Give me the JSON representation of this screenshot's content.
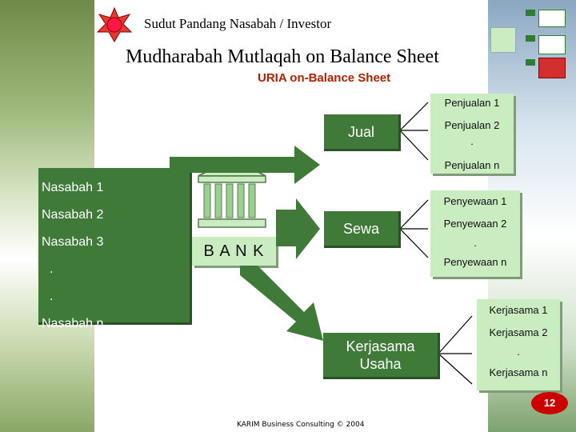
{
  "header": {
    "subtitle": "Sudut Pandang Nasabah / Investor",
    "title": "Mudharabah Mutlaqah on Balance Sheet",
    "section": "URIA on-Balance Sheet"
  },
  "investors": [
    "Nasabah 1",
    "Nasabah 2",
    "Nasabah 3",
    ".",
    ".",
    "Nasabah n"
  ],
  "bank_label": "B A N K",
  "channels": {
    "jual": "Jual",
    "sewa": "Sewa",
    "kerjasama": "Kerjasama Usaha"
  },
  "penjualan": [
    "Penjualan 1",
    "Penjualan  2",
    ".",
    "Penjualan  n"
  ],
  "penyewaan": [
    "Penyewaan 1",
    "Penyewaan  2",
    ".",
    "Penyewaan  n"
  ],
  "kerjasama_items": [
    "Kerjasama 1",
    "Kerjasama 2",
    ".",
    "Kerjasama  n"
  ],
  "footer": {
    "credit": "KARIM Business Consulting © 2004",
    "page_number": "12"
  },
  "colors": {
    "dark_green": "#3f7a38",
    "light_green": "#c9ecc0",
    "section_red": "#b22000",
    "page_badge": "#cc0000"
  }
}
